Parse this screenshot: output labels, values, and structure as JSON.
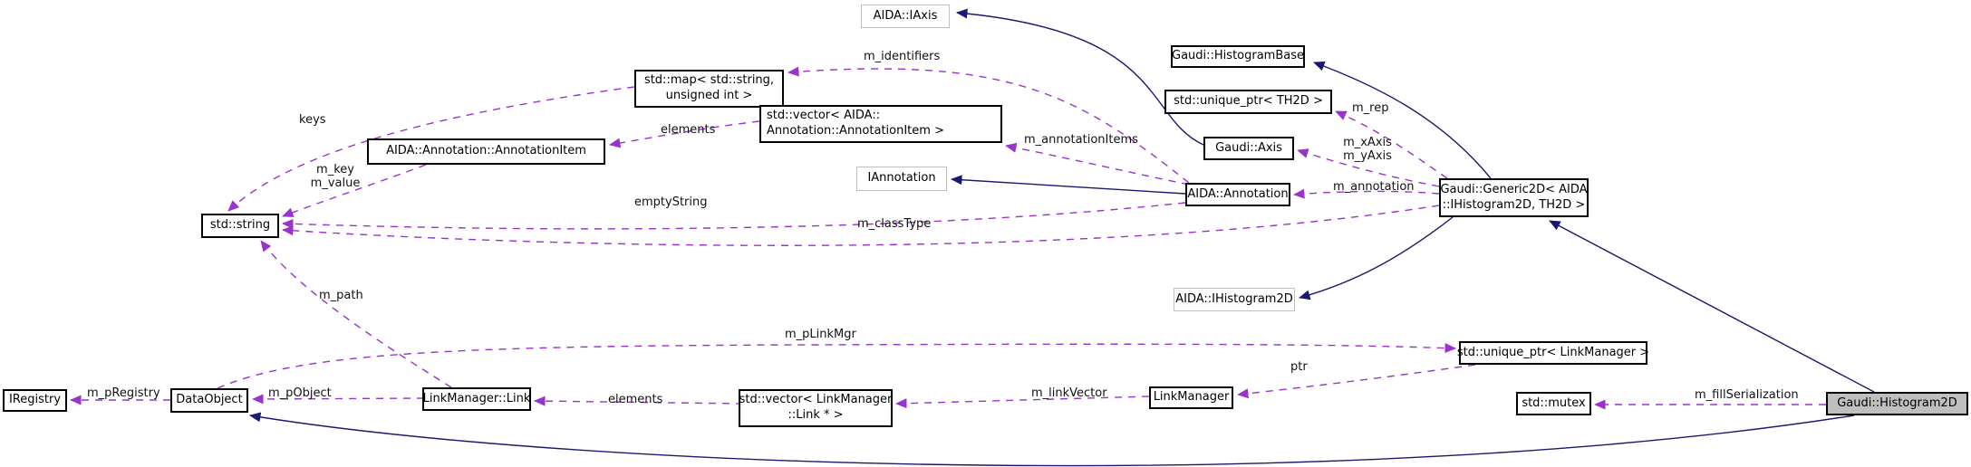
{
  "diagram": {
    "kind": "doxygen-collaboration-graph",
    "focus_node": "Gaudi::Histogram2D",
    "colors": {
      "inheritance_edge": "#191970",
      "usage_edge": "#9a32cd",
      "node_fill": "#ffffff",
      "focus_node_fill": "#bfbfbf",
      "node_border": "#000000",
      "external_node_border": "#bfbfbf",
      "background": "#ffffff"
    },
    "nodes": [
      {
        "id": "aida-iaxis",
        "line1": "AIDA::IAxis"
      },
      {
        "id": "gaudi-histogrambase",
        "line1": "Gaudi::HistogramBase"
      },
      {
        "id": "unique-ptr-th2d",
        "line1": "std::unique_ptr< TH2D >"
      },
      {
        "id": "gaudi-axis",
        "line1": "Gaudi::Axis"
      },
      {
        "id": "std-map",
        "line1": "std::map< std::string,",
        "line2": "unsigned int >"
      },
      {
        "id": "std-vector-annotationitem",
        "line1": "std::vector< AIDA::",
        "line2": "Annotation::AnnotationItem >"
      },
      {
        "id": "annotation-item",
        "line1": "AIDA::Annotation::AnnotationItem"
      },
      {
        "id": "iannotation",
        "line1": "IAnnotation"
      },
      {
        "id": "aida-annotation",
        "line1": "AIDA::Annotation"
      },
      {
        "id": "generic2d",
        "line1": "Gaudi::Generic2D< AIDA",
        "line2": "::IHistogram2D, TH2D >"
      },
      {
        "id": "std-string",
        "line1": "std::string"
      },
      {
        "id": "aida-ihistogram2d",
        "line1": "AIDA::IHistogram2D"
      },
      {
        "id": "iregistry",
        "line1": "IRegistry"
      },
      {
        "id": "dataobject",
        "line1": "DataObject"
      },
      {
        "id": "linkmanager-link",
        "line1": "LinkManager::Link"
      },
      {
        "id": "std-vector-link",
        "line1": "std::vector< LinkManager",
        "line2": "::Link * >"
      },
      {
        "id": "linkmanager",
        "line1": "LinkManager"
      },
      {
        "id": "unique-ptr-linkmanager",
        "line1": "std::unique_ptr< LinkManager >"
      },
      {
        "id": "std-mutex",
        "line1": "std::mutex"
      },
      {
        "id": "gaudi-histogram2d",
        "line1": "Gaudi::Histogram2D"
      }
    ],
    "edges": [
      {
        "label": "m_identifiers",
        "from": "aida-annotation",
        "to": "std-map",
        "kind": "usage"
      },
      {
        "label": "keys",
        "from": "std-map",
        "to": "std-string",
        "kind": "usage"
      },
      {
        "label": "elements",
        "from": "std-vector-annotationitem",
        "to": "annotation-item",
        "kind": "usage"
      },
      {
        "label": "m_key",
        "label2": "m_value",
        "from": "annotation-item",
        "to": "std-string",
        "kind": "usage"
      },
      {
        "label": "m_annotationItems",
        "from": "aida-annotation",
        "to": "std-vector-annotationitem",
        "kind": "usage"
      },
      {
        "label": "emptyString",
        "from": "aida-annotation",
        "to": "std-string",
        "kind": "usage"
      },
      {
        "label": "m_classType",
        "from": "generic2d",
        "to": "std-string",
        "kind": "usage"
      },
      {
        "label": "m_annotation",
        "from": "generic2d",
        "to": "aida-annotation",
        "kind": "usage"
      },
      {
        "label": "m_xAxis",
        "label2": "m_yAxis",
        "from": "generic2d",
        "to": "gaudi-axis",
        "kind": "usage"
      },
      {
        "label": "m_rep",
        "from": "generic2d",
        "to": "unique-ptr-th2d",
        "kind": "usage"
      },
      {
        "label": "m_path",
        "from": "linkmanager-link",
        "to": "std-string",
        "kind": "usage"
      },
      {
        "label": "m_pRegistry",
        "from": "dataobject",
        "to": "iregistry",
        "kind": "usage"
      },
      {
        "label": "m_pObject",
        "from": "linkmanager-link",
        "to": "dataobject",
        "kind": "usage"
      },
      {
        "label": "m_pLinkMgr",
        "from": "dataobject",
        "to": "unique-ptr-linkmanager",
        "kind": "usage"
      },
      {
        "label": "elements",
        "from": "std-vector-link",
        "to": "linkmanager-link",
        "kind": "usage"
      },
      {
        "label": "m_linkVector",
        "from": "linkmanager",
        "to": "std-vector-link",
        "kind": "usage"
      },
      {
        "label": "ptr",
        "from": "unique-ptr-linkmanager",
        "to": "linkmanager",
        "kind": "usage"
      },
      {
        "label": "m_fillSerialization",
        "from": "gaudi-histogram2d",
        "to": "std-mutex",
        "kind": "usage"
      },
      {
        "label": "",
        "from": "gaudi-axis",
        "to": "aida-iaxis",
        "kind": "inheritance"
      },
      {
        "label": "",
        "from": "generic2d",
        "to": "gaudi-histogrambase",
        "kind": "inheritance"
      },
      {
        "label": "",
        "from": "aida-annotation",
        "to": "iannotation",
        "kind": "inheritance"
      },
      {
        "label": "",
        "from": "generic2d",
        "to": "aida-ihistogram2d",
        "kind": "inheritance"
      },
      {
        "label": "",
        "from": "gaudi-histogram2d",
        "to": "generic2d",
        "kind": "inheritance"
      },
      {
        "label": "",
        "from": "gaudi-histogram2d",
        "to": "dataobject",
        "kind": "inheritance"
      }
    ]
  }
}
